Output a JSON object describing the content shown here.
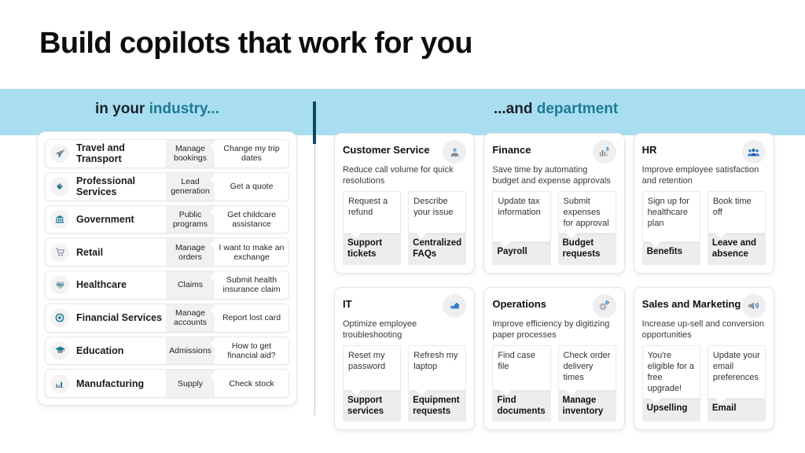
{
  "slide": {
    "title": "Build copilots that work for you"
  },
  "header": {
    "left_plain": "in your ",
    "left_accent": "industry...",
    "right_plain": "...and ",
    "right_accent": "department"
  },
  "colors": {
    "band_blue": "#a9def0",
    "accent_teal": "#1d7a95",
    "divider_dark_teal": "#0d4a5f",
    "icon_blue": "#2b7cd3",
    "icon_gray": "#8a95a1"
  },
  "industries": [
    {
      "name": "Travel and Transport",
      "icon": "airplane-icon",
      "chips": [
        "Manage bookings",
        "Change my trip dates"
      ]
    },
    {
      "name": "Professional Services",
      "icon": "diamond-icon",
      "chips": [
        "Lead generation",
        "Get a quote"
      ]
    },
    {
      "name": "Government",
      "icon": "bank-icon",
      "chips": [
        "Public programs",
        "Get childcare assistance"
      ]
    },
    {
      "name": "Retail",
      "icon": "cart-icon",
      "chips": [
        "Manage orders",
        "I want to make an exchange"
      ]
    },
    {
      "name": "Healthcare",
      "icon": "heart-pulse-icon",
      "chips": [
        "Claims",
        "Submit health insurance claim"
      ]
    },
    {
      "name": "Financial Services",
      "icon": "coin-icon",
      "chips": [
        "Manage accounts",
        "Report lost card"
      ]
    },
    {
      "name": "Education",
      "icon": "graduation-cap-icon",
      "chips": [
        "Admissions",
        "How to get financial aid?"
      ]
    },
    {
      "name": "Manufacturing",
      "icon": "bar-chart-icon",
      "chips": [
        "Supply",
        "Check stock"
      ]
    }
  ],
  "departments": [
    {
      "name": "Customer Service",
      "icon": "person-icon",
      "description": "Reduce call volume for quick resolutions",
      "items": [
        {
          "prompt": "Request a refund",
          "label": "Support tickets"
        },
        {
          "prompt": "Describe your issue",
          "label": "Centralized FAQs"
        }
      ]
    },
    {
      "name": "Finance",
      "icon": "finance-chart-icon",
      "description": "Save time by automating budget and expense approvals",
      "items": [
        {
          "prompt": "Update tax information",
          "label": "Payroll"
        },
        {
          "prompt": "Submit expenses for approval",
          "label": "Budget requests"
        }
      ]
    },
    {
      "name": "HR",
      "icon": "people-icon",
      "description": "Improve employee satisfaction and retention",
      "items": [
        {
          "prompt": "Sign up for healthcare plan",
          "label": "Benefits"
        },
        {
          "prompt": "Book time off",
          "label": "Leave and absence"
        }
      ]
    },
    {
      "name": "IT",
      "icon": "area-chart-icon",
      "description": "Optimize employee troubleshooting",
      "items": [
        {
          "prompt": "Reset my password",
          "label": "Support services"
        },
        {
          "prompt": "Refresh my laptop",
          "label": "Equipment requests"
        }
      ]
    },
    {
      "name": "Operations",
      "icon": "gears-icon",
      "description": "Improve efficiency by digitizing paper processes",
      "items": [
        {
          "prompt": "Find case file",
          "label": "Find documents"
        },
        {
          "prompt": "Check order delivery times",
          "label": "Manage inventory"
        }
      ]
    },
    {
      "name": "Sales and Marketing",
      "icon": "megaphone-icon",
      "description": "Increase up-sell and conversion opportunities",
      "items": [
        {
          "prompt": "You're eligible for a free upgrade!",
          "label": "Upselling"
        },
        {
          "prompt": "Update your email preferences",
          "label": "Email"
        }
      ]
    }
  ]
}
